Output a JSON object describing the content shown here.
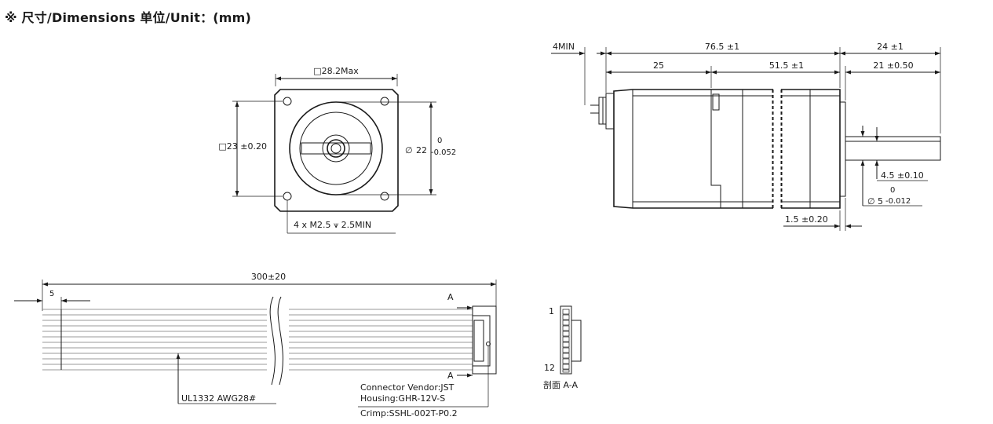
{
  "title": "※ 尺寸/Dimensions  单位/Unit：(mm)",
  "front_view": {
    "width_label": "□28.2Max",
    "height_label": "□23 ±0.20",
    "boss_diameter_symbol": "∅",
    "boss_diameter_value": "22",
    "boss_tol_upper": "0",
    "boss_tol_lower": "-0.052",
    "holes_label": "4 x  M2.5 ⩛ 2.5MIN"
  },
  "side_view": {
    "connector_length": "4MIN",
    "total_length": "76.5 ±1",
    "front_section": "25",
    "rear_section": "51.5 ±1",
    "shaft_total": "24 ±1",
    "shaft_length": "21 ±0.50",
    "flat_depth": "4.5 ±0.10",
    "shaft_diameter_symbol": "∅",
    "shaft_diameter_value": "5",
    "shaft_tol_upper": "0",
    "shaft_tol_lower": "-0.012",
    "flange_thickness": "1.5 ±0.20"
  },
  "cable": {
    "length": "300±20",
    "strip_length": "5",
    "section_mark_top": "A",
    "section_mark_bottom": "A",
    "wire_spec": "UL1332 AWG28#",
    "connector_vendor": "Connector Vendor:JST",
    "housing": "Housing:GHR-12V-S",
    "crimp": "Crimp:SSHL-002T-P0.2"
  },
  "section": {
    "pin_first": "1",
    "pin_last": "12",
    "label": "剖面 A-A"
  }
}
